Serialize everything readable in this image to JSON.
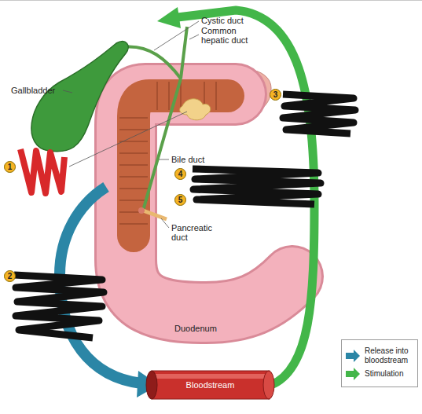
{
  "diagram": {
    "nodes": [
      {
        "text": [
          "Bloodstream"
        ]
      }
    ],
    "labels": [
      "Cystic duct",
      "Common hepatic duct",
      "Gallbladder",
      "1",
      "Bile duct",
      "3",
      "4",
      "5",
      "Pancreatic duct",
      "2",
      "Duodenum"
    ],
    "legend": [
      {
        "text": "Release into bloodstream"
      },
      {
        "text": "Stimulation"
      }
    ]
  }
}
